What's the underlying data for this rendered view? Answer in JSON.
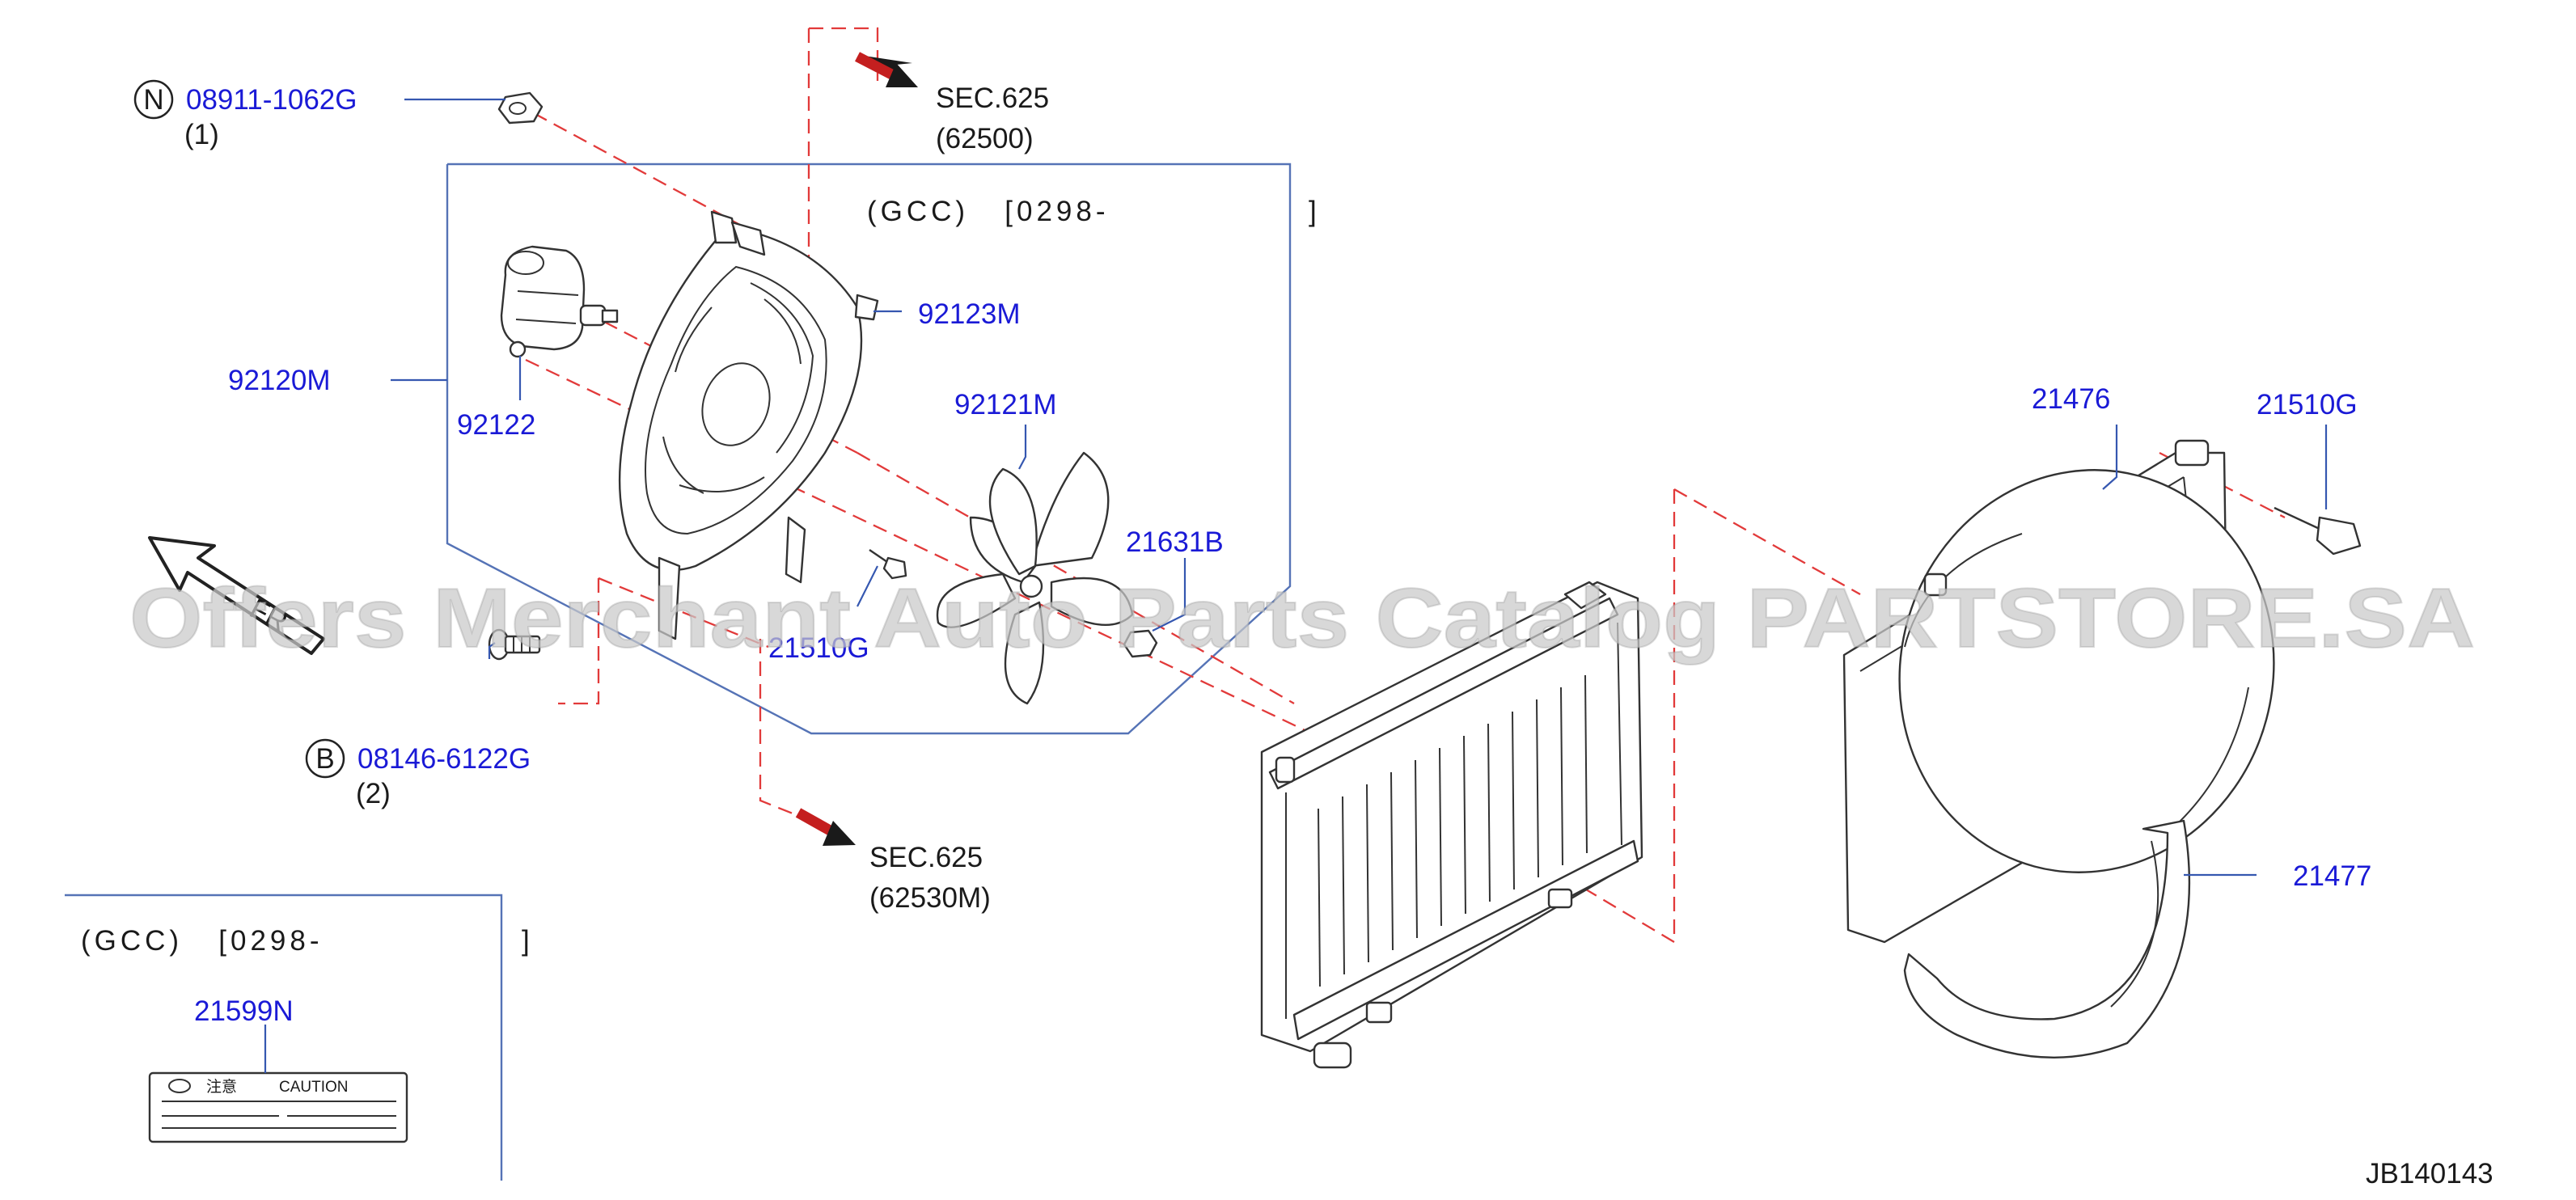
{
  "labels": {
    "nut_part": "08911-1062G",
    "nut_qty": "(1)",
    "nut_prefix": "N",
    "bolt_part": "08146-6122G",
    "bolt_qty": "(2)",
    "bolt_prefix": "B",
    "sec_upper": "SEC.625",
    "sec_upper_sub": "(62500)",
    "sec_lower": "SEC.625",
    "sec_lower_sub": "(62530M)",
    "gcc_main": "(GCC)   [0298-",
    "gcc_main_close": "]",
    "gcc_side": "(GCC)   [0298-",
    "gcc_side_close": "]",
    "fan_assembly": "92120M",
    "motor": "92122",
    "shroud": "92123M",
    "blade": "92121M",
    "blade_nut": "21631B",
    "screw_mid": "21510G",
    "radiator_shroud": "21476",
    "shroud_screw": "21510G",
    "lower_shroud": "21477",
    "caution_label": "21599N",
    "caution_jp": "注意",
    "caution_en": "CAUTION",
    "front_mark": "FR",
    "diagram_code": "JB140143",
    "watermark": "Offers Merchant Auto Parts Catalog PARTSTORE.SA"
  },
  "colors": {
    "link": "#1a1ad6",
    "dash": "#e23a3a",
    "frame": "#5573b6",
    "arrow": "#c41f1f"
  }
}
